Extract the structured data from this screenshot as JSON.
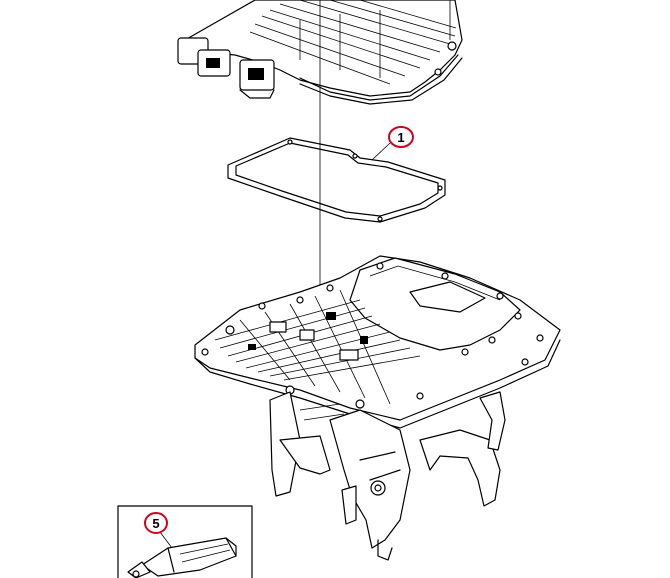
{
  "callouts": [
    {
      "label": "1",
      "part": "gasket",
      "color": "#d0021b"
    },
    {
      "label": "5",
      "part": "sealant-tube",
      "color": "#d0021b"
    }
  ],
  "colors": {
    "line": "#000000",
    "background": "#ffffff",
    "callout_ring": "#d0021b"
  }
}
